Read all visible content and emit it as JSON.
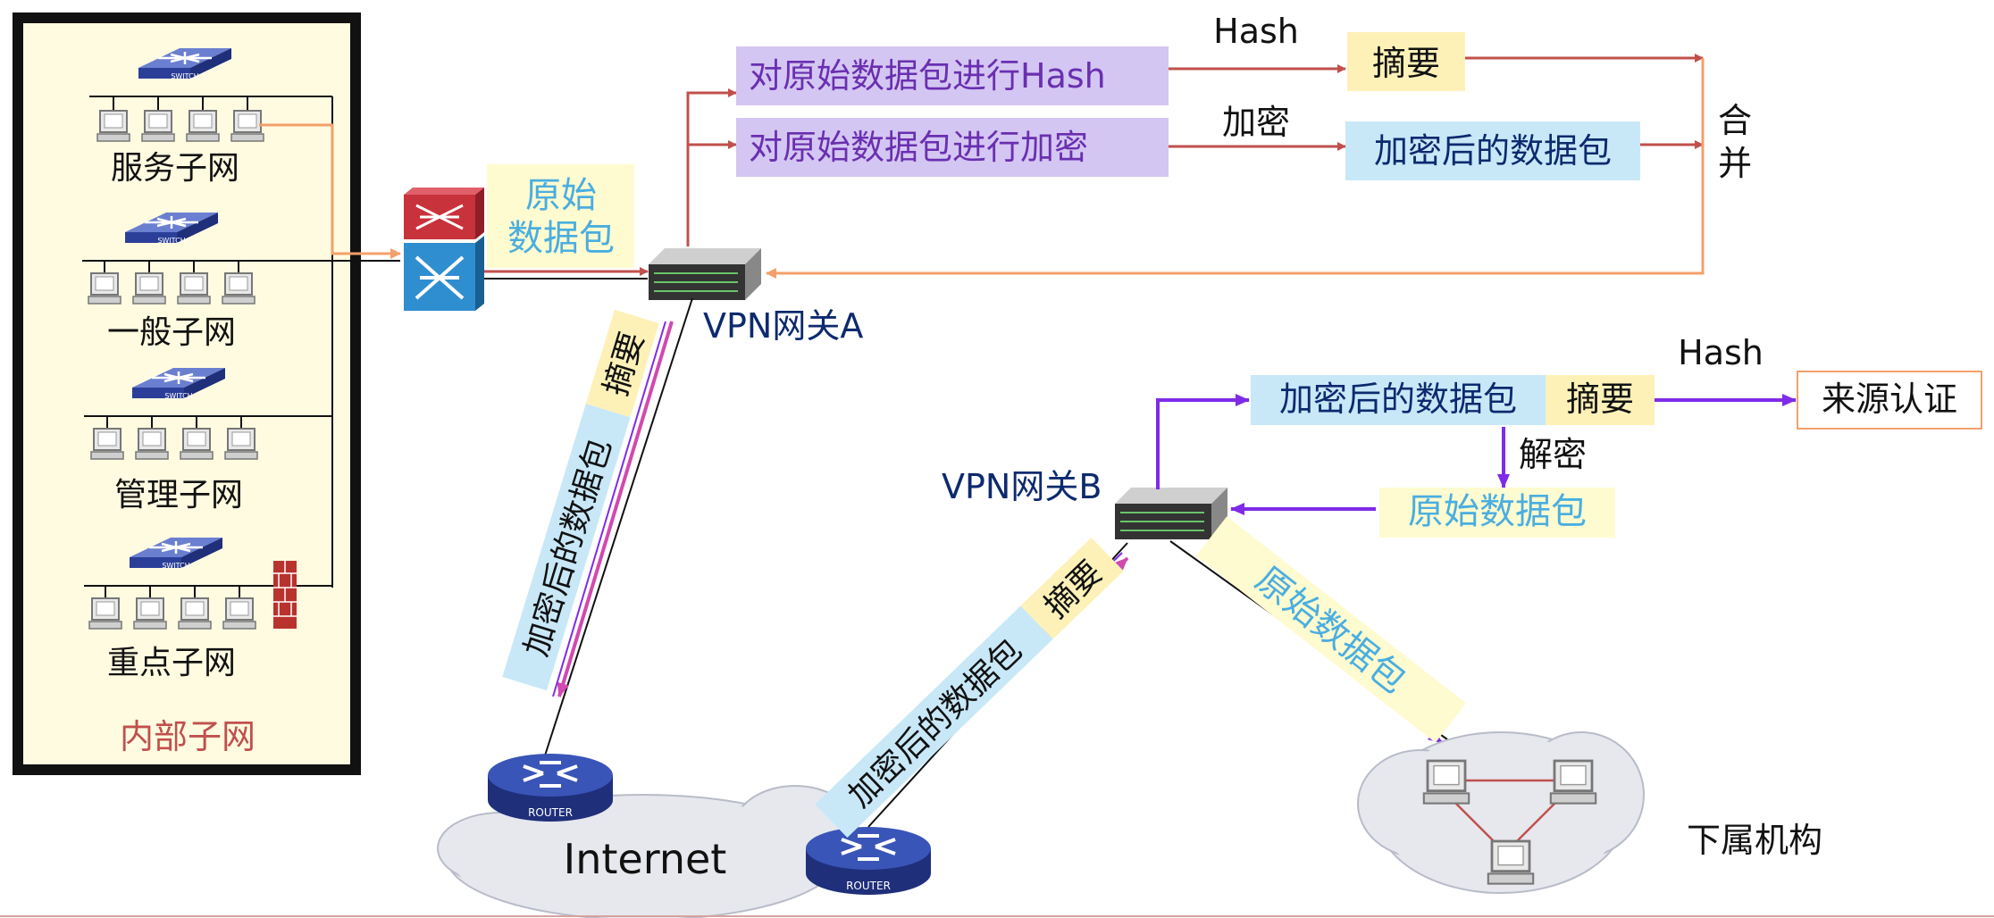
{
  "internal": {
    "title": "内部子网",
    "subnets": [
      "服务子网",
      "一般子网",
      "管理子网",
      "重点子网"
    ]
  },
  "device_labels": {
    "switch": "SWITCH",
    "router": "ROUTER"
  },
  "labels": {
    "original_packet_line1": "原始",
    "original_packet_line2": "数据包",
    "gateway_a": "VPN网关A",
    "gateway_b": "VPN网关B",
    "internet": "Internet",
    "branch": "下属机构"
  },
  "process_a": {
    "hash_step": "对原始数据包进行Hash",
    "encrypt_step": "对原始数据包进行加密",
    "hash_label": "Hash",
    "encrypt_label": "加密",
    "digest": "摘要",
    "encrypted_packet": "加密后的数据包",
    "merge_line1": "合",
    "merge_line2": "并"
  },
  "process_b": {
    "encrypted_packet": "加密后的数据包",
    "digest": "摘要",
    "hash_label": "Hash",
    "source_auth": "来源认证",
    "decrypt_label": "解密",
    "original_packet": "原始数据包"
  },
  "links": {
    "a_digest": "摘要",
    "a_encrypted": "加密后的数据包",
    "b_digest": "摘要",
    "b_encrypted": "加密后的数据包",
    "b_original": "原始数据包"
  },
  "colors": {
    "purple_box": "#d4c6f2",
    "purple_text": "#6a2fb0",
    "yellow_box": "#fdf1b8",
    "blue_box": "#c8e8f8",
    "light_yellow": "#fffbd0",
    "red_arrow": "#c0504d",
    "orange_arrow": "#f4a06b",
    "violet_arrow": "#7f2be8",
    "cyan_text": "#4aaee0",
    "internal_title": "#c0504d"
  }
}
